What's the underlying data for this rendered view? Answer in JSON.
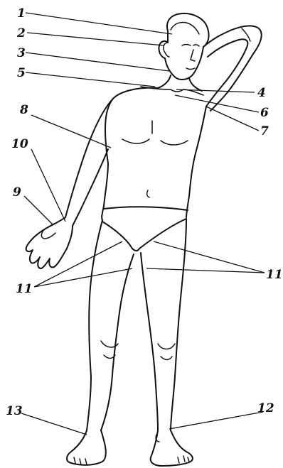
{
  "labels": {
    "l1": "1",
    "l2": "2",
    "l3": "3",
    "l4": "4",
    "l5": "5",
    "l6": "6",
    "l7": "7",
    "l8": "8",
    "l9": "9",
    "l10": "10",
    "l11_left": "11",
    "l11_right": "11",
    "l12": "12",
    "l13": "13"
  }
}
